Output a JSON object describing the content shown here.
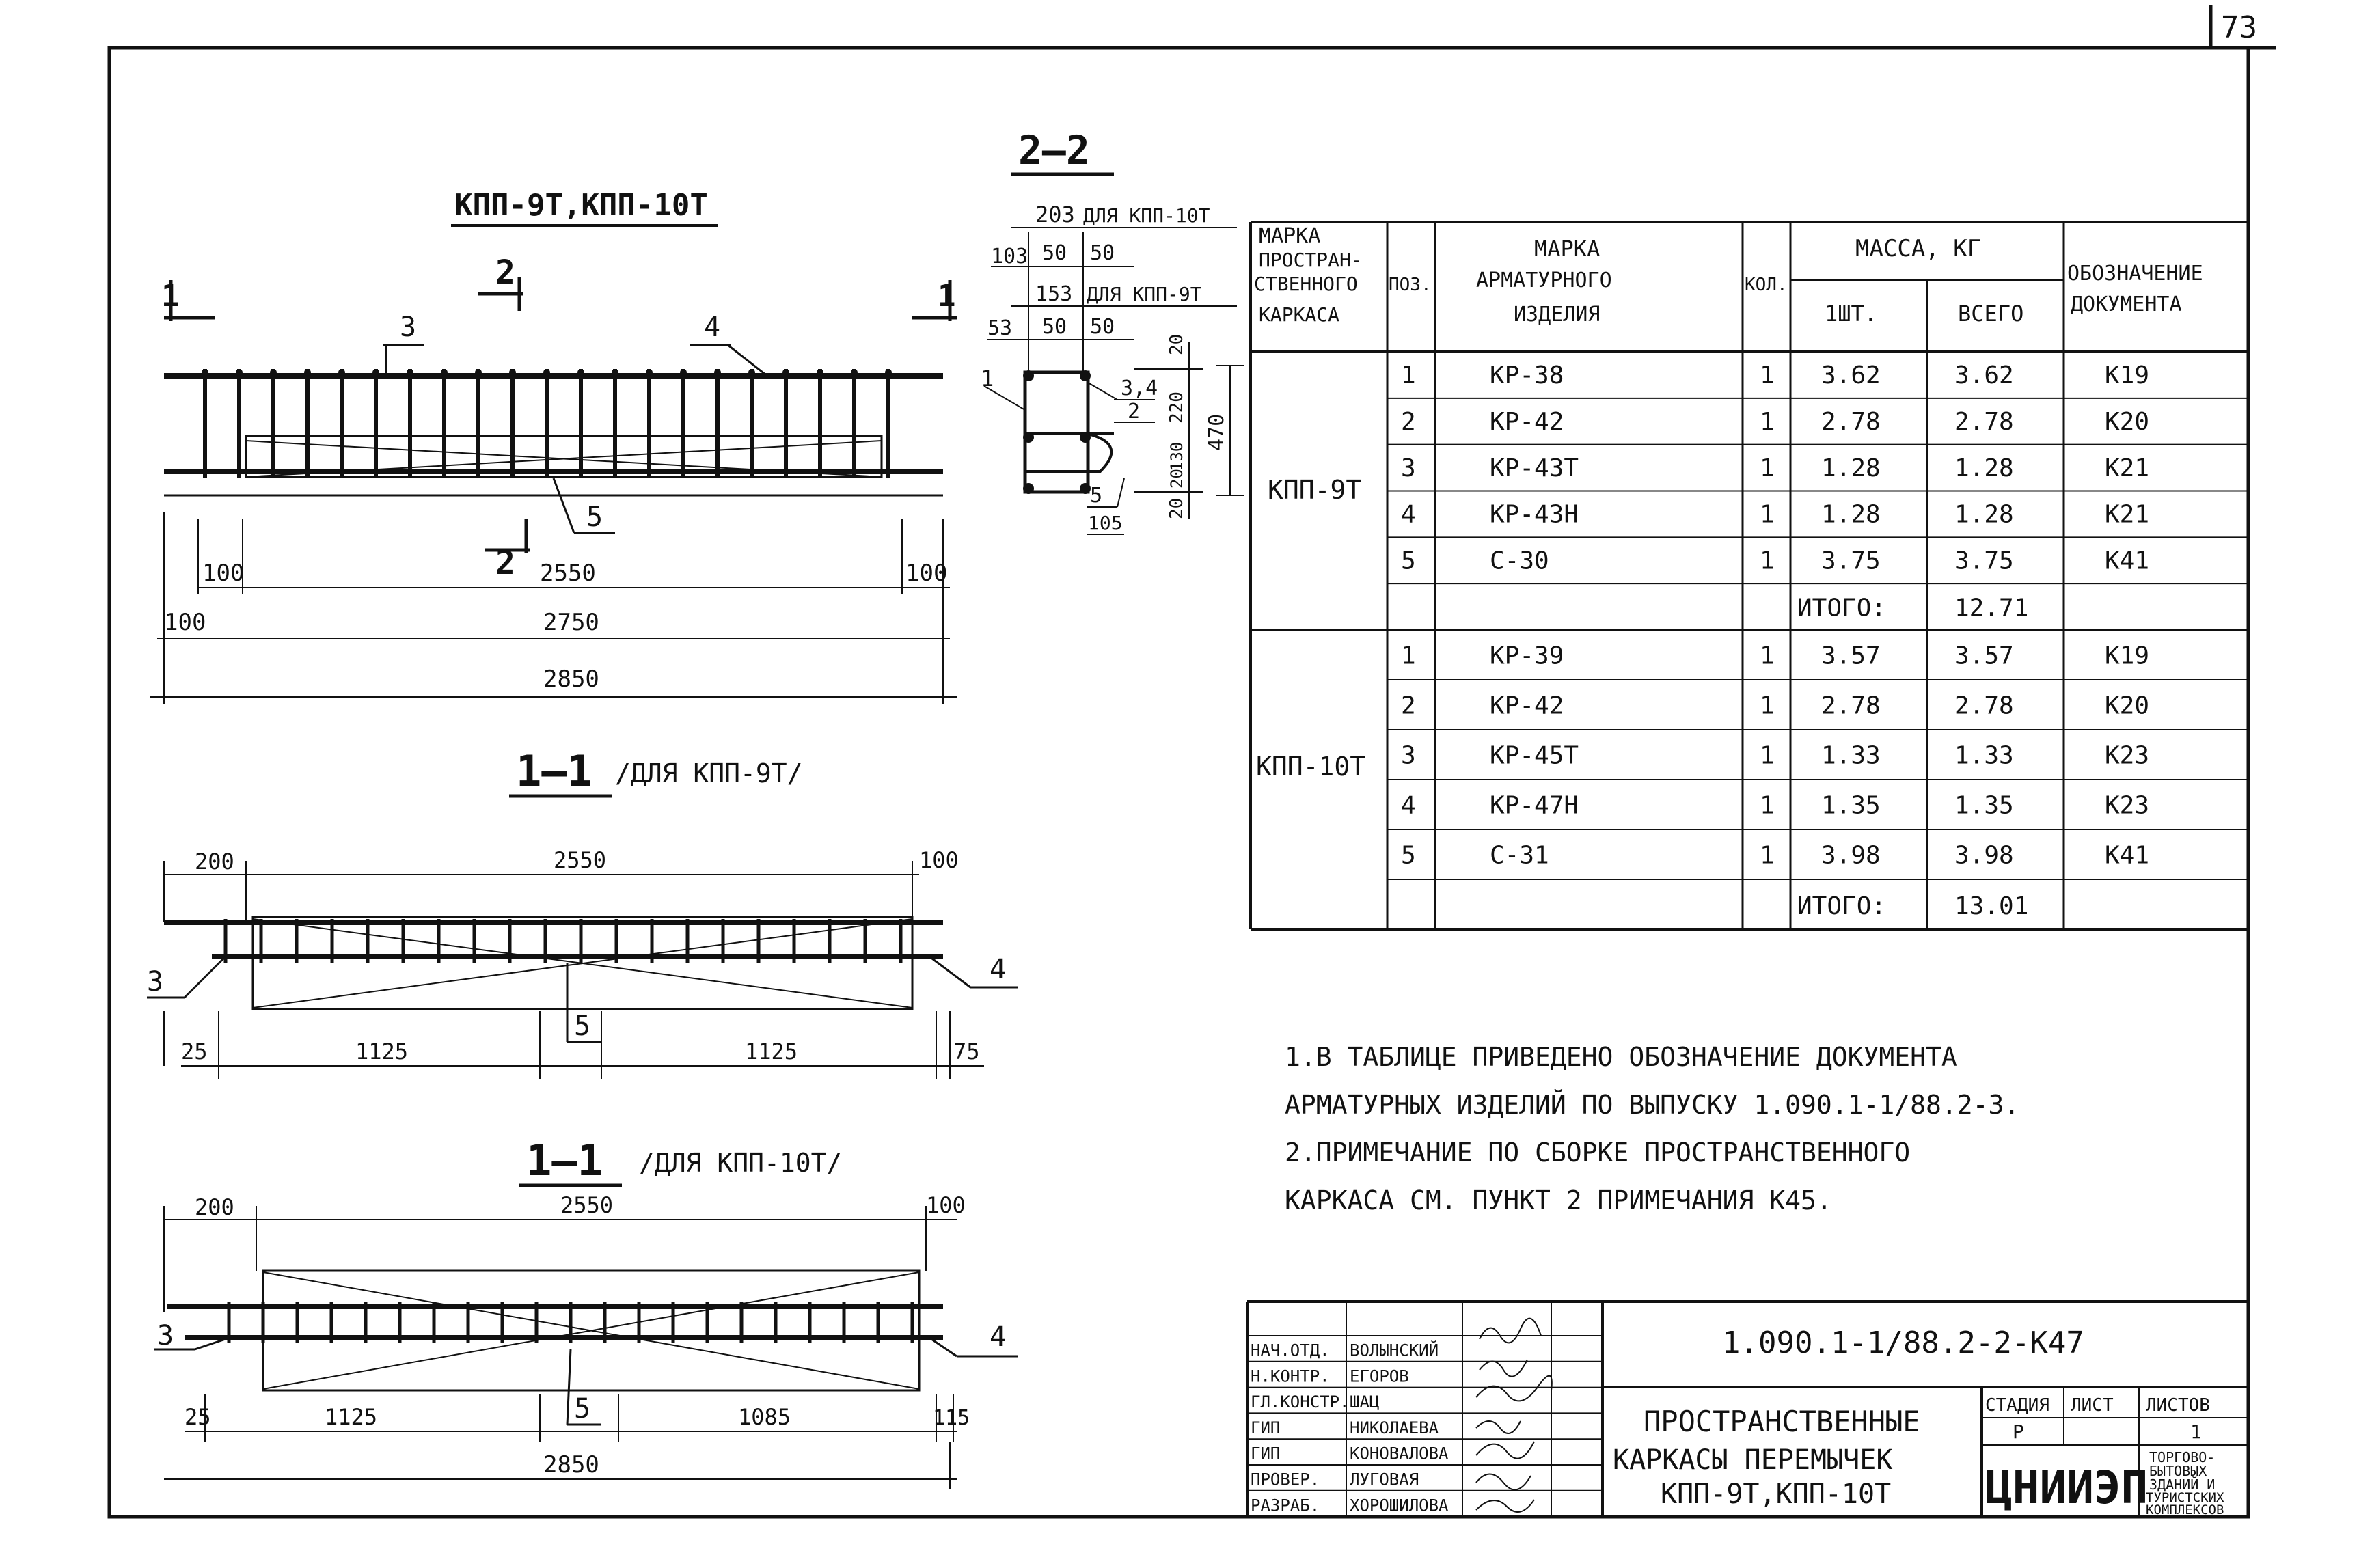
{
  "sheet_number": "73",
  "top_title": "КПП-9Т,КПП-10Т",
  "section_22": {
    "title": "2—2",
    "dim_203": "203",
    "note_203": "ДЛЯ КПП-10Т",
    "dim_103": "103",
    "dim_50a": "50",
    "dim_50b": "50",
    "dim_153": "153",
    "note_153": "ДЛЯ КПП-9Т",
    "dim_53": "53",
    "dim_50c": "50",
    "dim_50d": "50",
    "pos_1": "1",
    "pos_34": "3,4",
    "pos_2": "2",
    "pos_5": "5",
    "dim_105": "105",
    "vdim_20a": "20",
    "vdim_220": "220",
    "vdim_130": "130",
    "vdim_20b": "20",
    "vdim_20c": "20",
    "vdim_470": "470"
  },
  "elevation": {
    "cut_1_left": "1",
    "cut_1_right": "1",
    "cut_2_top": "2",
    "cut_2_bottom": "2",
    "pos_3": "3",
    "pos_4": "4",
    "pos_5": "5",
    "dim_100_left": "100",
    "dim_2550": "2550",
    "dim_100_right": "100",
    "dim_100_far": "100",
    "dim_2750": "2750",
    "dim_2850": "2850"
  },
  "section_11_9t": {
    "title": "1—1",
    "subtitle": "/ДЛЯ КПП-9Т/",
    "dim_200": "200",
    "dim_2550": "2550",
    "dim_100": "100",
    "pos_3": "3",
    "pos_4": "4",
    "pos_5": "5",
    "dim_25": "25",
    "dim_1125a": "1125",
    "dim_1125b": "1125",
    "dim_75": "75"
  },
  "section_11_10t": {
    "title": "1—1",
    "subtitle": "/ДЛЯ КПП-10Т/",
    "dim_200": "200",
    "dim_2550": "2550",
    "dim_100": "100",
    "pos_3": "3",
    "pos_4": "4",
    "pos_5": "5",
    "dim_25": "25",
    "dim_1125": "1125",
    "dim_1085": "1085",
    "dim_115": "115",
    "dim_2850": "2850"
  },
  "spec_table": {
    "headers": {
      "marka_carcass": [
        "МАРКА",
        "ПРОСТРАН-",
        "СТВЕННОГО",
        "КАРКАСА"
      ],
      "pos": "ПОЗ.",
      "marka_item": [
        "МАРКА",
        "АРМАТУРНОГО",
        "ИЗДЕЛИЯ"
      ],
      "qty": "КОЛ.",
      "mass": "МАССА, КГ",
      "mass_one": "1ШТ.",
      "mass_total": "ВСЕГО",
      "doc": [
        "ОБОЗНАЧЕНИЕ",
        "ДОКУМЕНТА"
      ]
    },
    "groups": [
      {
        "mark": "КПП-9Т",
        "rows": [
          {
            "pos": "1",
            "item": "КР-38",
            "qty": "1",
            "one": "3.62",
            "total": "3.62",
            "doc": "К19"
          },
          {
            "pos": "2",
            "item": "КР-42",
            "qty": "1",
            "one": "2.78",
            "total": "2.78",
            "doc": "К20"
          },
          {
            "pos": "3",
            "item": "КР-43Т",
            "qty": "1",
            "one": "1.28",
            "total": "1.28",
            "doc": "К21"
          },
          {
            "pos": "4",
            "item": "КР-43Н",
            "qty": "1",
            "one": "1.28",
            "total": "1.28",
            "doc": "К21"
          },
          {
            "pos": "5",
            "item": "С-30",
            "qty": "1",
            "one": "3.75",
            "total": "3.75",
            "doc": "К41"
          }
        ],
        "total_label": "ИТОГО:",
        "total_value": "12.71"
      },
      {
        "mark": "КПП-10Т",
        "rows": [
          {
            "pos": "1",
            "item": "КР-39",
            "qty": "1",
            "one": "3.57",
            "total": "3.57",
            "doc": "К19"
          },
          {
            "pos": "2",
            "item": "КР-42",
            "qty": "1",
            "one": "2.78",
            "total": "2.78",
            "doc": "К20"
          },
          {
            "pos": "3",
            "item": "КР-45Т",
            "qty": "1",
            "one": "1.33",
            "total": "1.33",
            "doc": "К23"
          },
          {
            "pos": "4",
            "item": "КР-47Н",
            "qty": "1",
            "one": "1.35",
            "total": "1.35",
            "doc": "К23"
          },
          {
            "pos": "5",
            "item": "С-31",
            "qty": "1",
            "one": "3.98",
            "total": "3.98",
            "doc": "К41"
          }
        ],
        "total_label": "ИТОГО:",
        "total_value": "13.01"
      }
    ]
  },
  "notes": [
    "1.В ТАБЛИЦЕ ПРИВЕДЕНО ОБОЗНАЧЕНИЕ ДОКУМЕНТА",
    "АРМАТУРНЫХ ИЗДЕЛИЙ ПО ВЫПУСКУ 1.090.1-1/88.2-3.",
    "2.ПРИМЕЧАНИЕ ПО СБОРКЕ ПРОСТРАНСТВЕННОГО",
    "КАРКАСА СМ. ПУНКТ 2 ПРИМЕЧАНИЯ К45."
  ],
  "title_block": {
    "designation": "1.090.1-1/88.2-2-К47",
    "title_lines": [
      "ПРОСТРАНСТВЕННЫЕ",
      "КАРКАСЫ ПЕРЕМЫЧЕК",
      "КПП-9Т,КПП-10Т"
    ],
    "stage_label": "СТАДИЯ",
    "sheet_label": "ЛИСТ",
    "sheets_label": "ЛИСТОВ",
    "stage": "Р",
    "sheet": "",
    "sheets": "1",
    "org": "ЦНИИЭП",
    "org_sub": [
      "ТОРГОВО-",
      "БЫТОВЫХ",
      "ЗДАНИЙ И",
      "ТУРИСТСКИХ",
      "КОМПЛЕКСОВ"
    ],
    "staff": [
      {
        "role": "НАЧ.ОТД.",
        "name": "ВОЛЫНСКИЙ"
      },
      {
        "role": "Н.КОНТР.",
        "name": "ЕГОРОВ"
      },
      {
        "role": "ГЛ.КОНСТР.",
        "name": "ШАЦ"
      },
      {
        "role": "ГИП",
        "name": "НИКОЛАЕВА"
      },
      {
        "role": "ГИП",
        "name": "КОНОВАЛОВА"
      },
      {
        "role": "ПРОВЕР.",
        "name": "ЛУГОВАЯ"
      },
      {
        "role": "РАЗРАБ.",
        "name": "ХОРОШИЛОВА"
      }
    ]
  }
}
